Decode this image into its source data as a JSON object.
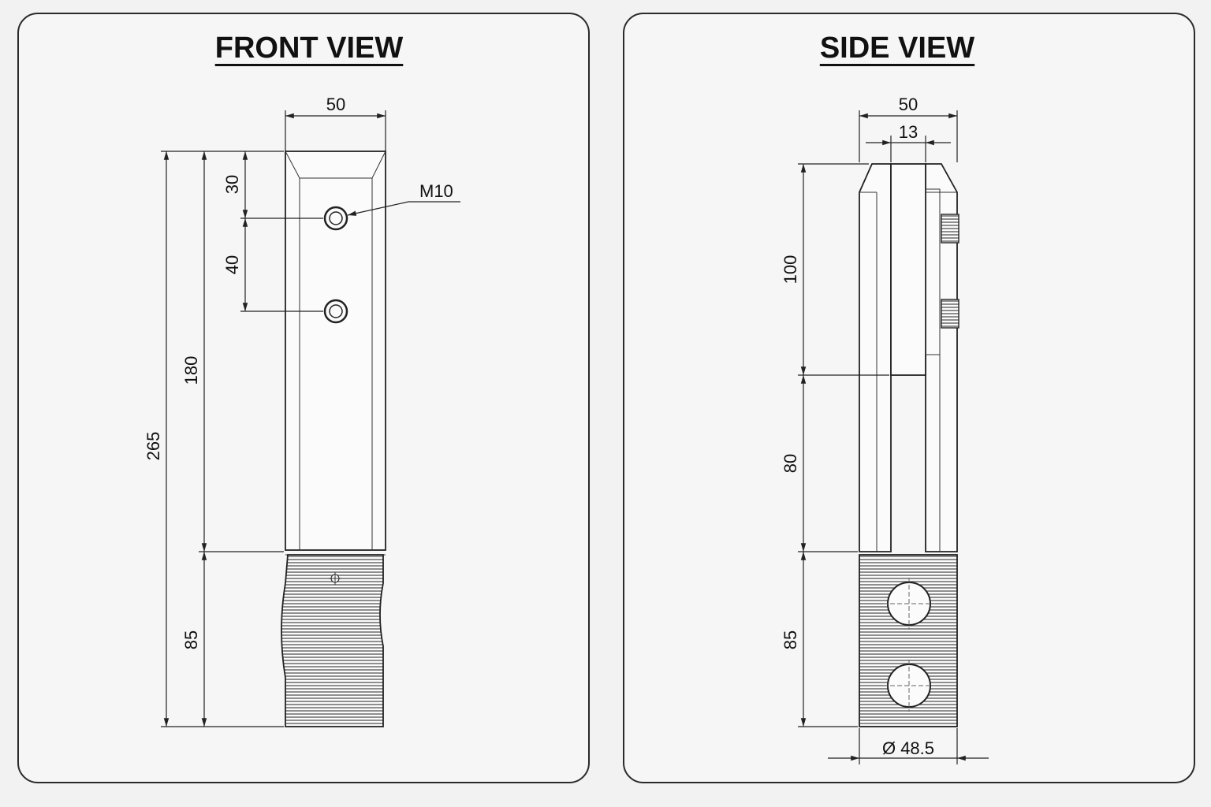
{
  "front_view": {
    "title": "FRONT VIEW",
    "dimensions": {
      "width": "50",
      "total_height": "265",
      "upper_height": "180",
      "lower_height": "85",
      "top_to_hole": "30",
      "hole_spacing": "40"
    },
    "callout": "M10"
  },
  "side_view": {
    "title": "SIDE VIEW",
    "dimensions": {
      "width": "50",
      "slot_width": "13",
      "clamp_height": "100",
      "mid_height": "80",
      "lower_height": "85",
      "diameter": "Ø 48.5"
    }
  },
  "colors": {
    "line": "#222222",
    "panel_border": "#2a2a2a",
    "background": "#f6f6f6"
  }
}
